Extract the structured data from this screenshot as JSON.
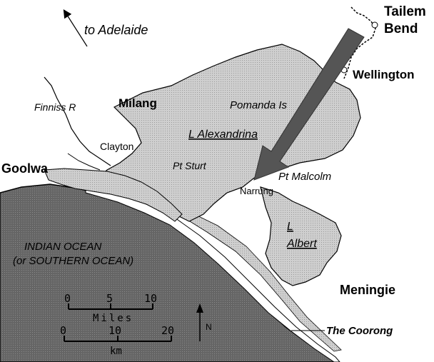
{
  "map": {
    "direction_label": "to Adelaide",
    "towns": {
      "tailem_bend_line1": "Tailem",
      "tailem_bend_line2": "Bend",
      "wellington": "Wellington",
      "milang": "Milang",
      "goolwa": "Goolwa",
      "meningie": "Meningie",
      "clayton": "Clayton",
      "narrung": "Narrung"
    },
    "features": {
      "finniss_river": "Finniss R",
      "pomanda_island": "Pomanda Is",
      "lake_alexandrina": "L Alexandrina",
      "point_sturt": "Pt Sturt",
      "point_malcolm": "Pt Malcolm",
      "lake_albert_line1": "L",
      "lake_albert_line2": "Albert",
      "the_coorong": "The Coorong"
    },
    "ocean": {
      "line1": "INDIAN OCEAN",
      "line2": "(or SOUTHERN OCEAN)"
    },
    "scale_bar": {
      "miles_ticks": [
        "0",
        "5",
        "10"
      ],
      "miles_unit": "Miles",
      "km_ticks": [
        "0",
        "10",
        "20"
      ],
      "km_unit": "km"
    },
    "north_label": "N",
    "colors": {
      "water": "#c9c9c9",
      "land_shadow": "#5f5f5f",
      "beach": "#ffffff",
      "arrow": "#555555"
    }
  }
}
